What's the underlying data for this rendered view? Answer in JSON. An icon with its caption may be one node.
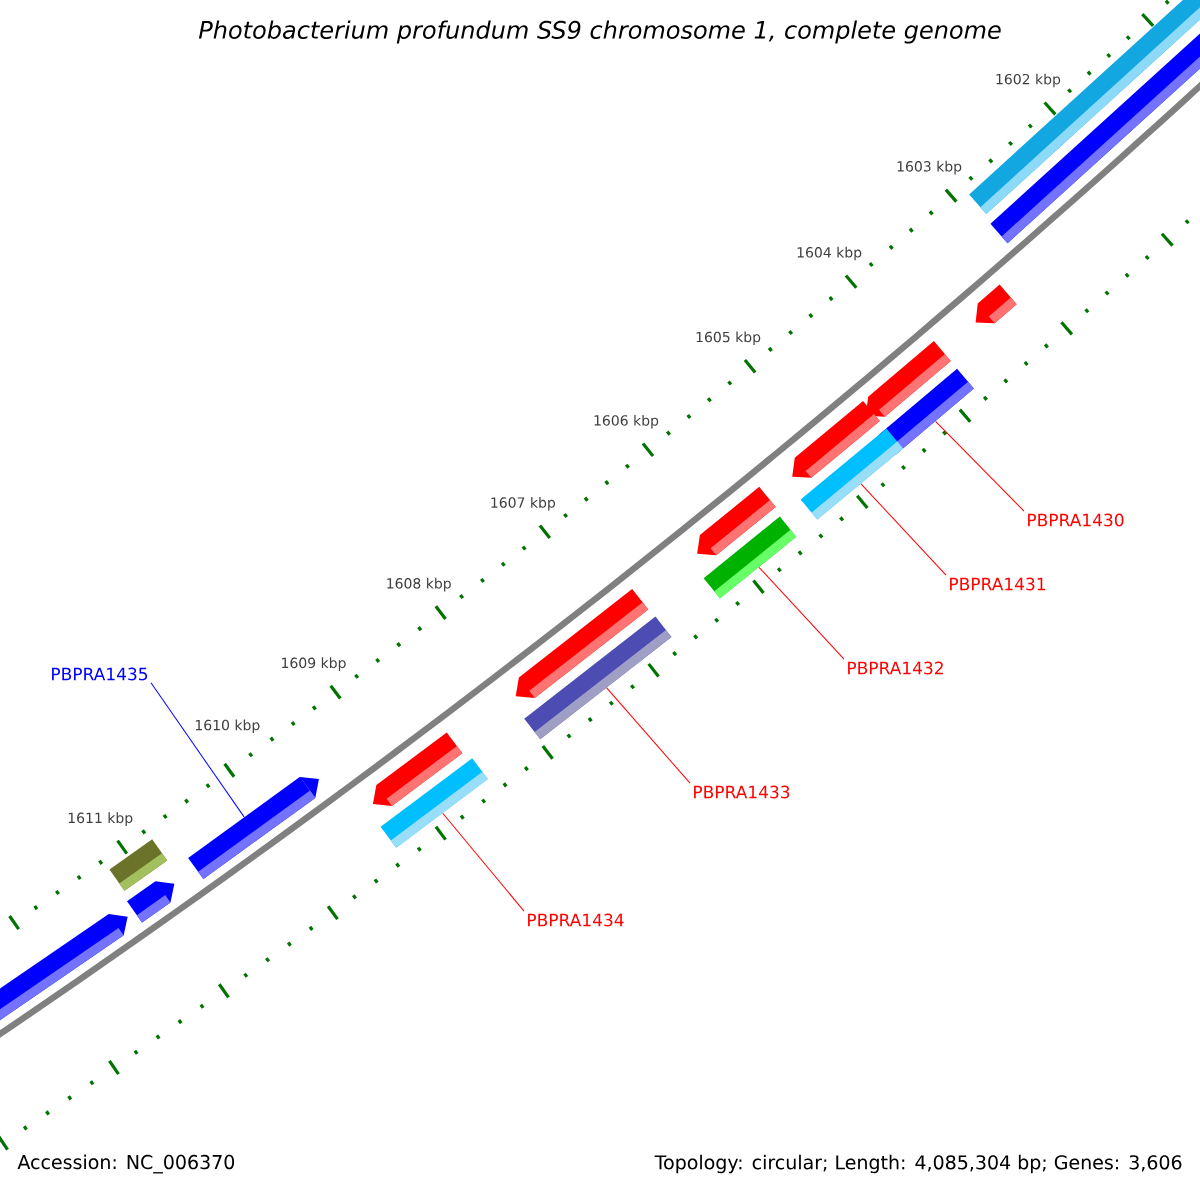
{
  "diagram": {
    "title": "Photobacterium profundum SS9 chromosome 1, complete genome",
    "nodes": [
      {
        "text": [
          "PBPRA1430"
        ]
      },
      {
        "text": [
          "PBPRA1431"
        ]
      },
      {
        "text": [
          "PBPRA1432"
        ]
      },
      {
        "text": [
          "PBPRA1435"
        ]
      },
      {
        "text": [
          "PBPRA1433"
        ]
      },
      {
        "text": [
          "PBPRA1434"
        ]
      },
      {
        "text": [],
        "shape": "bar"
      },
      {
        "text": [],
        "shape": "bar"
      },
      {
        "text": [],
        "shape": "bar"
      },
      {
        "text": [],
        "shape": "bar"
      },
      {
        "text": [],
        "shape": "bar"
      },
      {
        "text": [],
        "shape": "bar"
      }
    ],
    "edges": [
      {
        "from": 0,
        "to": 6,
        "arrow": "none"
      },
      {
        "from": 1,
        "to": 7,
        "arrow": "none"
      },
      {
        "from": 2,
        "to": 8,
        "arrow": "none"
      },
      {
        "from": 3,
        "to": 9,
        "arrow": "none",
        "color": "#0000ff"
      },
      {
        "from": 4,
        "to": 10,
        "arrow": "none"
      },
      {
        "from": 5,
        "to": 11,
        "arrow": "none"
      }
    ],
    "labels": [
      "1602 kbp",
      "1603 kbp",
      "1604 kbp",
      "1605 kbp",
      "1606 kbp",
      "1607 kbp",
      "1608 kbp",
      "1609 kbp",
      "1610 kbp",
      "1611 kbp",
      "Accession: NC_006370",
      "Topology: circular; Length: 4,085,304 bp; Genes: 3,606"
    ]
  }
}
